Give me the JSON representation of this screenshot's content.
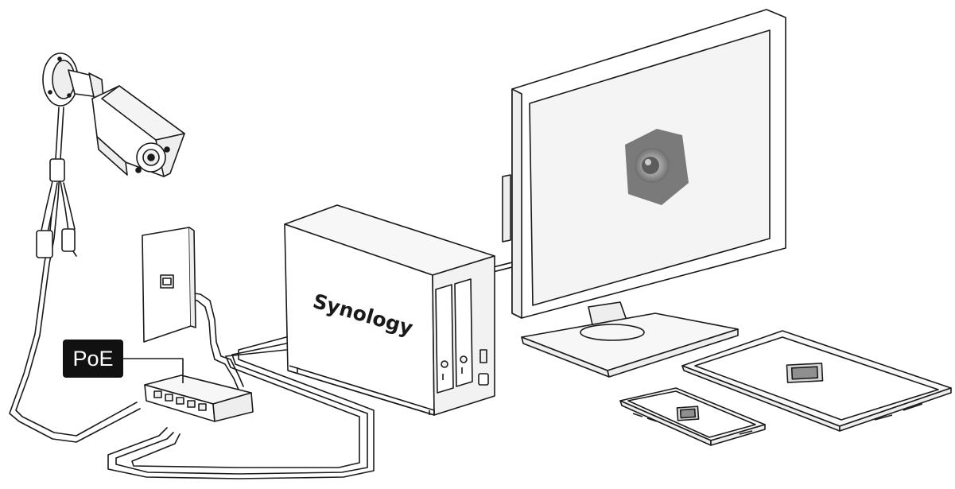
{
  "labels": {
    "poe": "PoE",
    "brand": "Synology"
  },
  "colors": {
    "line": "#1a1a1a",
    "device_fill": "#ffffff",
    "shade": "#eeeeee",
    "screen_fill": "#f4f4f4",
    "label_bg": "#111111",
    "camera_icon": "#7a7a7a"
  },
  "nodes": [
    {
      "id": "ip-camera",
      "icon": "bullet-camera-icon"
    },
    {
      "id": "wall-ethernet-outlet",
      "icon": "ethernet-wall-plate-icon"
    },
    {
      "id": "poe-switch",
      "icon": "network-switch-icon"
    },
    {
      "id": "nas",
      "icon": "nas-server-icon"
    },
    {
      "id": "monitor",
      "icon": "monitor-icon"
    },
    {
      "id": "smartphone",
      "icon": "smartphone-icon"
    },
    {
      "id": "tablet",
      "icon": "tablet-icon"
    }
  ],
  "edges": [
    {
      "from": "ip-camera",
      "to": "poe-switch"
    },
    {
      "from": "wall-ethernet-outlet",
      "to": "poe-switch"
    },
    {
      "from": "poe-switch",
      "to": "nas"
    },
    {
      "from": "nas",
      "to": "monitor"
    }
  ]
}
